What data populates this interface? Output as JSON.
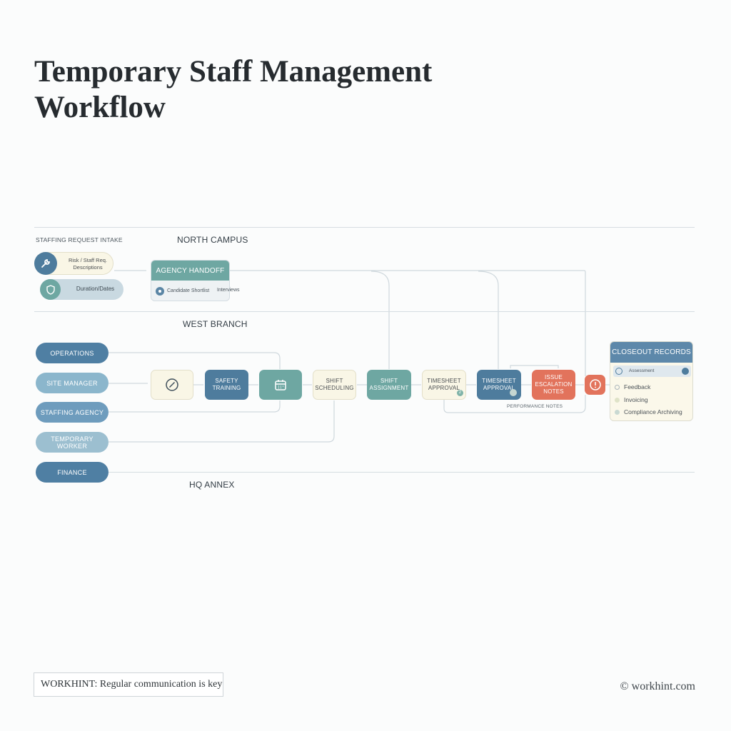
{
  "title": "Temporary Staff Management Workflow",
  "sections": {
    "intake": "STAFFING REQUEST INTAKE",
    "north": "NORTH CAMPUS",
    "west": "WEST BRANCH",
    "hq": "HQ ANNEX"
  },
  "intake_nodes": {
    "request": "Risk / Staff Req. Descriptions",
    "duration": "Duration/Dates"
  },
  "agency": {
    "header": "AGENCY HANDOFF",
    "item1": "Candidate Shortlist",
    "item2": "Interviews"
  },
  "roles": [
    "OPERATIONS",
    "SITE MANAGER",
    "STAFFING AGENCY",
    "TEMPORARY WORKER",
    "FINANCE"
  ],
  "steps": {
    "safety": "SAFETY TRAINING",
    "shift_scheduling": "SHIFT SCHEDULING",
    "shift_assignment": "SHIFT ASSIGNMENT",
    "timesheet_approval": "TIMESHEET APPROVAL",
    "timesheet_approval_2": "TIMESHEET APPROVAL",
    "issue_escalation": "ISSUE ESCALATION NOTES",
    "performance_notes": "PERFORMANCE NOTES",
    "badge_2": "2"
  },
  "closeout": {
    "header": "CLOSEOUT RECORDS",
    "item0": "Assessment",
    "item1": "Feedback",
    "item2": "Invoicing",
    "item3": "Compliance Archiving"
  },
  "footer": {
    "hint": "WORKHINT: Regular communication is key",
    "copyright": "© workhint.com"
  },
  "colors": {
    "operations": "#4f7fa3",
    "site_manager": "#8bb6cc",
    "staffing_agency": "#6e9cbd",
    "temporary_worker": "#9cbfd0",
    "finance": "#4f7fa3",
    "teal": "#6ea7a2",
    "blue": "#4e7c9d",
    "red": "#e2735c"
  }
}
